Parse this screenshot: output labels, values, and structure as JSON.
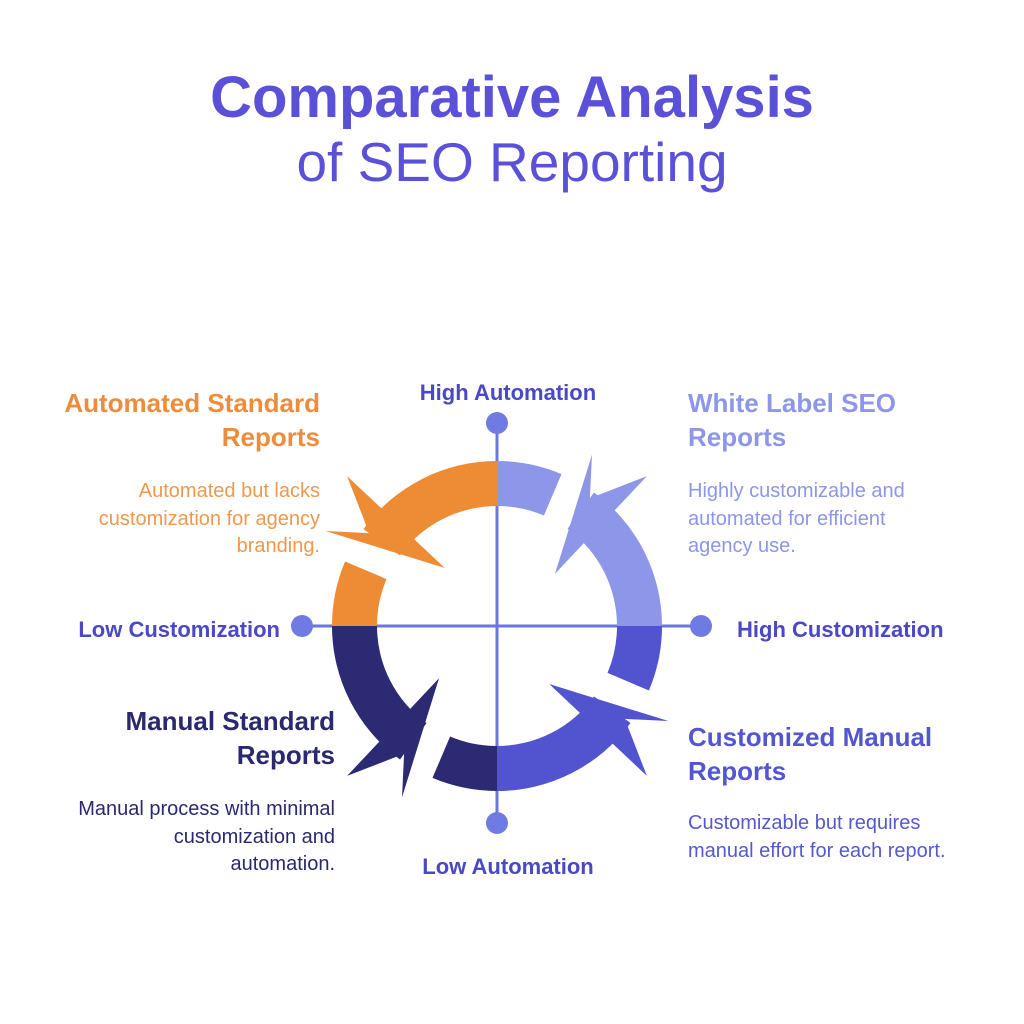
{
  "title": {
    "line1": "Comparative Analysis",
    "line2": "of SEO Reporting"
  },
  "axis_labels": {
    "top": "High Automation",
    "bottom": "Low Automation",
    "left": "Low Customization",
    "right": "High Customization"
  },
  "quadrants": {
    "top_left": {
      "heading_lines": [
        "Automated Standard",
        "Reports"
      ],
      "desc_lines": [
        "Automated but lacks",
        "customization for agency",
        "branding."
      ]
    },
    "top_right": {
      "heading_lines": [
        "White Label SEO",
        "Reports"
      ],
      "desc_lines": [
        "Highly customizable and",
        "automated for efficient",
        "agency use."
      ]
    },
    "bottom_left": {
      "heading_lines": [
        "Manual Standard",
        "Reports"
      ],
      "desc_lines": [
        "Manual process with minimal",
        "customization and",
        "automation."
      ]
    },
    "bottom_right": {
      "heading_lines": [
        "Customized Manual",
        "Reports"
      ],
      "desc_lines": [
        "Customizable but requires",
        "manual effort for each report."
      ]
    }
  },
  "colors": {
    "background": "#FFFFFF",
    "title": "#5B51D8",
    "axis_label": "#4A48C6",
    "axis_line": "#6B77DF",
    "axis_dot": "#6F7BE2",
    "arc_orange": "#EE8C35",
    "arc_periwinkle": "#8D96E8",
    "arc_navy": "#2B2A72",
    "arc_purple": "#5154CE",
    "heading_orange": "#EE8C3C",
    "desc_orange": "#F0984E",
    "text_periwinkle": "#8D96E8",
    "text_navy": "#2A2970",
    "heading_purple": "#5356CE",
    "desc_purple": "#5559D1"
  }
}
